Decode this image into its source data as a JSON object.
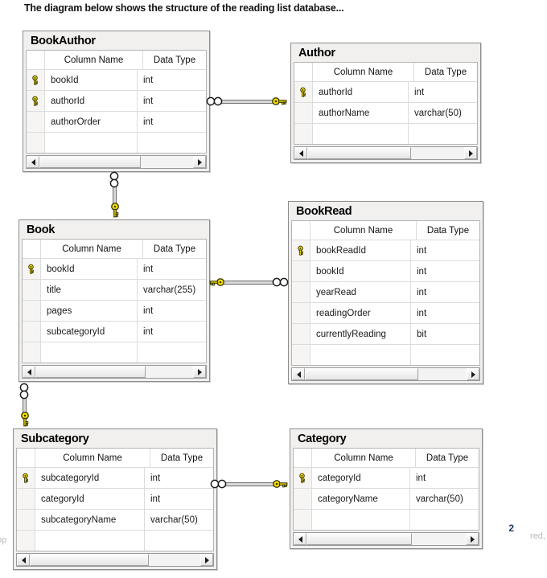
{
  "document": {
    "heading": "The diagram below shows the structure of the reading list database...",
    "page_number": "2",
    "edge_text_left": "op",
    "edge_text_right": "red,"
  },
  "diagram": {
    "columns_header": {
      "key": "",
      "name": "Column Name",
      "type": "Data Type"
    },
    "icons": {
      "primary_key": "key-icon",
      "many": "infinity-icon"
    },
    "colors": {
      "key_fill": "#ffe400",
      "key_outline": "#3d3d00",
      "window_bg": "#f1f0ef",
      "window_border": "#8c8c8c",
      "grid_line": "#dcdcdc",
      "page_number": "#1f3864"
    },
    "tables": [
      {
        "id": "bookauthor",
        "title": "BookAuthor",
        "rows": [
          {
            "key": true,
            "name": "bookId",
            "type": "int"
          },
          {
            "key": true,
            "name": "authorId",
            "type": "int"
          },
          {
            "key": false,
            "name": "authorOrder",
            "type": "int"
          }
        ],
        "blank_rows": 1,
        "scroll": {
          "thumb_left_pct": 0,
          "thumb_width_pct": 66
        }
      },
      {
        "id": "author",
        "title": "Author",
        "rows": [
          {
            "key": true,
            "name": "authorId",
            "type": "int"
          },
          {
            "key": false,
            "name": "authorName",
            "type": "varchar(50)"
          }
        ],
        "blank_rows": 1,
        "scroll": {
          "thumb_left_pct": 0,
          "thumb_width_pct": 66
        }
      },
      {
        "id": "book",
        "title": "Book",
        "rows": [
          {
            "key": true,
            "name": "bookId",
            "type": "int"
          },
          {
            "key": false,
            "name": "title",
            "type": "varchar(255)"
          },
          {
            "key": false,
            "name": "pages",
            "type": "int"
          },
          {
            "key": false,
            "name": "subcategoryId",
            "type": "int"
          }
        ],
        "blank_rows": 1,
        "scroll": {
          "thumb_left_pct": 0,
          "thumb_width_pct": 70
        }
      },
      {
        "id": "bookread",
        "title": "BookRead",
        "rows": [
          {
            "key": true,
            "name": "bookReadId",
            "type": "int"
          },
          {
            "key": false,
            "name": "bookId",
            "type": "int"
          },
          {
            "key": false,
            "name": "yearRead",
            "type": "int"
          },
          {
            "key": false,
            "name": "readingOrder",
            "type": "int"
          },
          {
            "key": false,
            "name": "currentlyReading",
            "type": "bit"
          }
        ],
        "blank_rows": 1,
        "scroll": {
          "thumb_left_pct": 0,
          "thumb_width_pct": 70
        }
      },
      {
        "id": "subcategory",
        "title": "Subcategory",
        "rows": [
          {
            "key": true,
            "name": "subcategoryId",
            "type": "int"
          },
          {
            "key": false,
            "name": "categoryId",
            "type": "int"
          },
          {
            "key": false,
            "name": "subcategoryName",
            "type": "varchar(50)"
          }
        ],
        "blank_rows": 1,
        "scroll": {
          "thumb_left_pct": 0,
          "thumb_width_pct": 70
        }
      },
      {
        "id": "category",
        "title": "Category",
        "rows": [
          {
            "key": true,
            "name": "categoryId",
            "type": "int"
          },
          {
            "key": false,
            "name": "categoryName",
            "type": "varchar(50)"
          }
        ],
        "blank_rows": 1,
        "scroll": {
          "thumb_left_pct": 0,
          "thumb_width_pct": 66
        }
      }
    ],
    "relationships": [
      {
        "id": "bookauthor-author",
        "from": "BookAuthor",
        "from_end": "many",
        "to": "Author",
        "to_end": "one",
        "orientation": "horizontal"
      },
      {
        "id": "bookauthor-book",
        "from": "BookAuthor",
        "from_end": "many",
        "to": "Book",
        "to_end": "one",
        "orientation": "vertical"
      },
      {
        "id": "book-bookread",
        "from": "Book",
        "from_end": "one",
        "to": "BookRead",
        "to_end": "many",
        "orientation": "horizontal"
      },
      {
        "id": "book-subcategory",
        "from": "Book",
        "from_end": "many",
        "to": "Subcategory",
        "to_end": "one",
        "orientation": "vertical"
      },
      {
        "id": "subcategory-category",
        "from": "Subcategory",
        "from_end": "many",
        "to": "Category",
        "to_end": "one",
        "orientation": "horizontal"
      }
    ]
  }
}
